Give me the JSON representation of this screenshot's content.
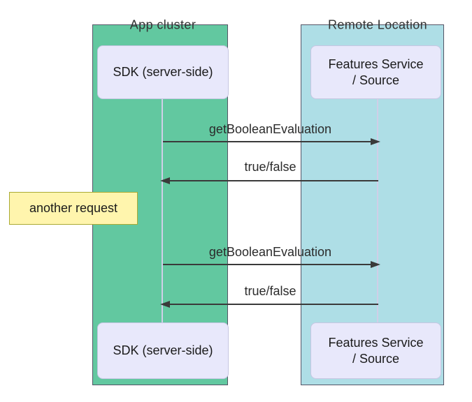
{
  "diagram": {
    "type": "sequence",
    "regions": {
      "left": {
        "label": "App cluster",
        "fill": "#62c8a0"
      },
      "right": {
        "label": "Remote Location",
        "fill": "#aedee6"
      }
    },
    "actors": {
      "top_left": {
        "label": "SDK (server-side)"
      },
      "top_right": {
        "line1": "Features Service",
        "line2": "/ Source"
      },
      "bottom_left": {
        "label": "SDK (server-side)"
      },
      "bottom_right": {
        "line1": "Features Service",
        "line2": "/ Source"
      }
    },
    "messages": [
      {
        "label": "getBooleanEvaluation",
        "direction": "right"
      },
      {
        "label": "true/false",
        "direction": "left"
      },
      {
        "label": "getBooleanEvaluation",
        "direction": "right"
      },
      {
        "label": "true/false",
        "direction": "left"
      }
    ],
    "note": {
      "label": "another request",
      "fill": "#fff5ad",
      "border": "#aaaa33"
    },
    "colors": {
      "arrow": "#3a3a3a",
      "lifeline": "#cfcfe8",
      "actor_fill": "#e8e8fb",
      "actor_border": "#c6c6e2",
      "region_border": "#555566",
      "background": "#ffffff"
    }
  }
}
